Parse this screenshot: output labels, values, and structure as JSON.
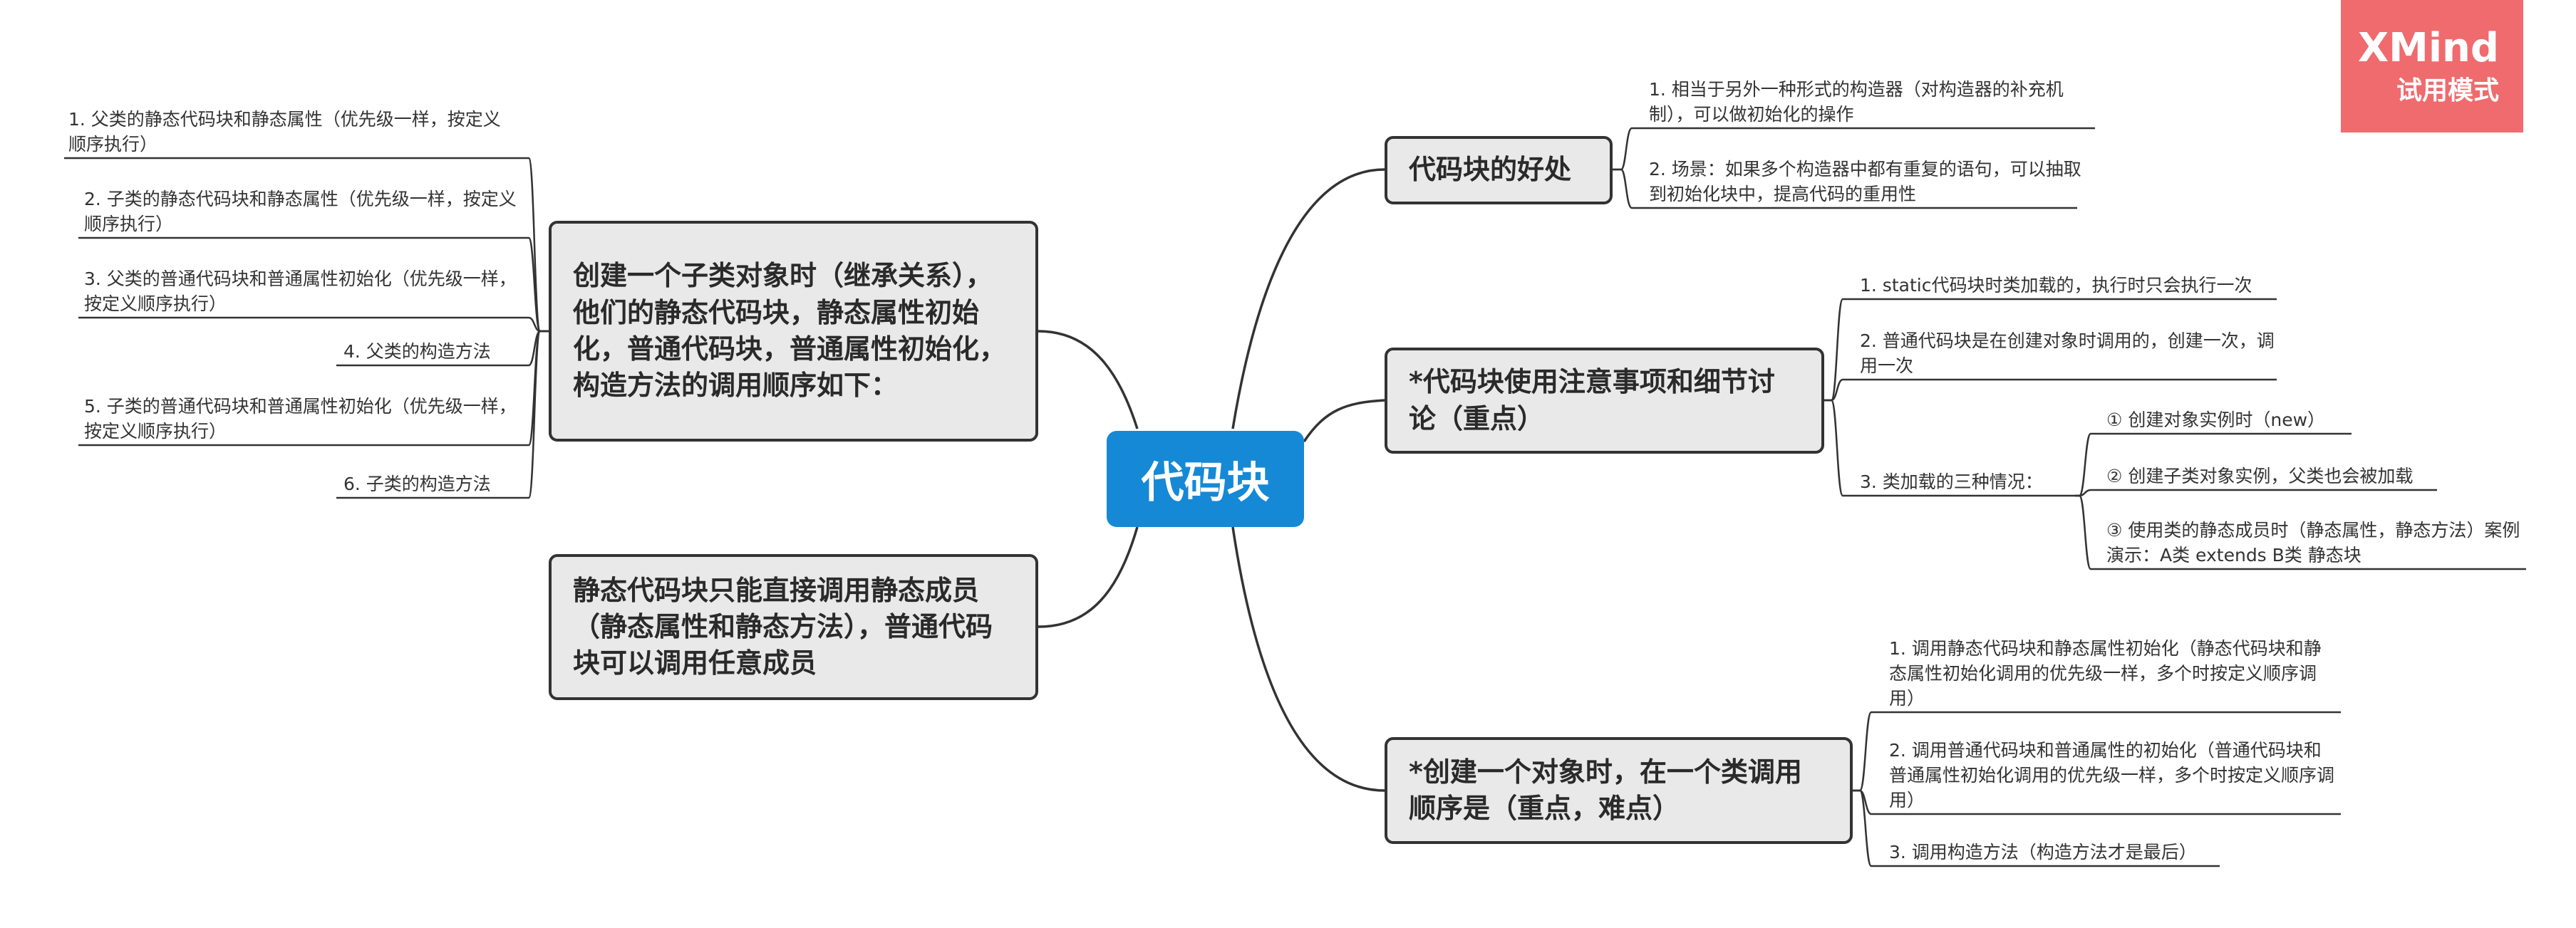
{
  "central": "代码块",
  "right": {
    "benefits": {
      "label": "代码块的好处",
      "items": [
        "1. 相当于另外一种形式的构造器（对构造器的补充机制），可以做初始化的操作",
        "2. 场景：如果多个构造器中都有重复的语句，可以抽取到初始化块中，提高代码的重用性"
      ]
    },
    "notes": {
      "label": "*代码块使用注意事项和细节讨论（重点）",
      "items": [
        "1. static代码块时类加载的，执行时只会执行一次",
        "2. 普通代码块是在创建对象时调用的，创建一次，调用一次",
        "3. 类加载的三种情况："
      ],
      "cases": [
        "① 创建对象实例时（new）",
        "② 创建子类对象实例，父类也会被加载",
        "③ 使用类的静态成员时（静态属性，静态方法）案例演示：A类 extends B类 静态块"
      ]
    },
    "order": {
      "label": "*创建一个对象时，在一个类调用顺序是（重点，难点）",
      "items": [
        "1. 调用静态代码块和静态属性初始化（静态代码块和静态属性初始化调用的优先级一样，多个时按定义顺序调用）",
        "2. 调用普通代码块和普通属性的初始化（普通代码块和普通属性初始化调用的优先级一样，多个时按定义顺序调用）",
        "3. 调用构造方法（构造方法才是最后）"
      ]
    }
  },
  "left": {
    "inherit": {
      "label": "创建一个子类对象时（继承关系），他们的静态代码块，静态属性初始化，普通代码块，普通属性初始化，构造方法的调用顺序如下：",
      "items": [
        "1. 父类的静态代码块和静态属性（优先级一样，按定义顺序执行）",
        "2. 子类的静态代码块和静态属性（优先级一样，按定义顺序执行）",
        "3. 父类的普通代码块和普通属性初始化（优先级一样，按定义顺序执行）",
        "4. 父类的构造方法",
        "5. 子类的普通代码块和普通属性初始化（优先级一样，按定义顺序执行）",
        "6. 子类的构造方法"
      ]
    },
    "static": {
      "label": "静态代码块只能直接调用静态成员（静态属性和静态方法），普通代码块可以调用任意成员"
    }
  },
  "watermark": {
    "title": "XMind",
    "subtitle": "试用模式"
  },
  "colors": {
    "central_bg": "#1589d6",
    "topic_bg": "#e9e9e9",
    "line": "#333333",
    "watermark_bg": "#ef6b6e"
  }
}
